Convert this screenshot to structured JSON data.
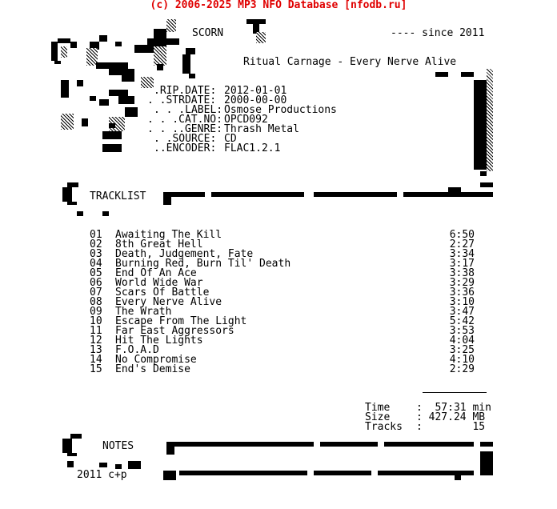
{
  "header": "(c) 2006-2025 MP3 NFO Database [nfodb.ru]",
  "group": "SCORN",
  "since": "---- since 2011",
  "release": "Ritual Carnage - Every Nerve Alive",
  "info": [
    {
      "label": ".RIP.DATE:",
      "value": "2012-01-01"
    },
    {
      "label": ". .STRDATE:",
      "value": "2000-00-00"
    },
    {
      "label": ". . .LABEL:",
      "value": "Osmose Productions"
    },
    {
      "label": ". . .CAT.NO:",
      "value": "OPCD092"
    },
    {
      "label": ". . ..GENRE:",
      "value": "Thrash Metal"
    },
    {
      "label": ". .SOURCE:",
      "value": "CD"
    },
    {
      "label": "..ENCODER:",
      "value": "FLAC1.2.1"
    }
  ],
  "tracklist_title": "TRACKLIST",
  "tracks": [
    {
      "num": "01",
      "title": "Awaiting The Kill",
      "time": "6:50"
    },
    {
      "num": "02",
      "title": "8th Great Hell",
      "time": "2:27"
    },
    {
      "num": "03",
      "title": "Death, Judgement, Fate",
      "time": "3:34"
    },
    {
      "num": "04",
      "title": "Burning Red, Burn Til' Death",
      "time": "3:17"
    },
    {
      "num": "05",
      "title": "End Of An Ace",
      "time": "3:38"
    },
    {
      "num": "06",
      "title": "World Wide War",
      "time": "3:29"
    },
    {
      "num": "07",
      "title": "Scars Of Battle",
      "time": "3:36"
    },
    {
      "num": "08",
      "title": "Every Nerve Alive",
      "time": "3:10"
    },
    {
      "num": "09",
      "title": "The Wrath",
      "time": "3:47"
    },
    {
      "num": "10",
      "title": "Escape From The Light",
      "time": "5:42"
    },
    {
      "num": "11",
      "title": "Far East Aggressors",
      "time": "3:53"
    },
    {
      "num": "12",
      "title": "Hit The Lights",
      "time": "4:04"
    },
    {
      "num": "13",
      "title": "F.O.A.D",
      "time": "3:25"
    },
    {
      "num": "14",
      "title": "No Compromise",
      "time": "4:10"
    },
    {
      "num": "15",
      "title": "End's Demise",
      "time": "2:29"
    }
  ],
  "totals": {
    "time_label": "Time",
    "time_value": ":  57:31 min",
    "size_label": "Size",
    "size_value": ": 427.24 MB",
    "tracks_label": "Tracks",
    "tracks_value": ":        15"
  },
  "notes_title": "NOTES",
  "notes_text": "2011 c+p"
}
